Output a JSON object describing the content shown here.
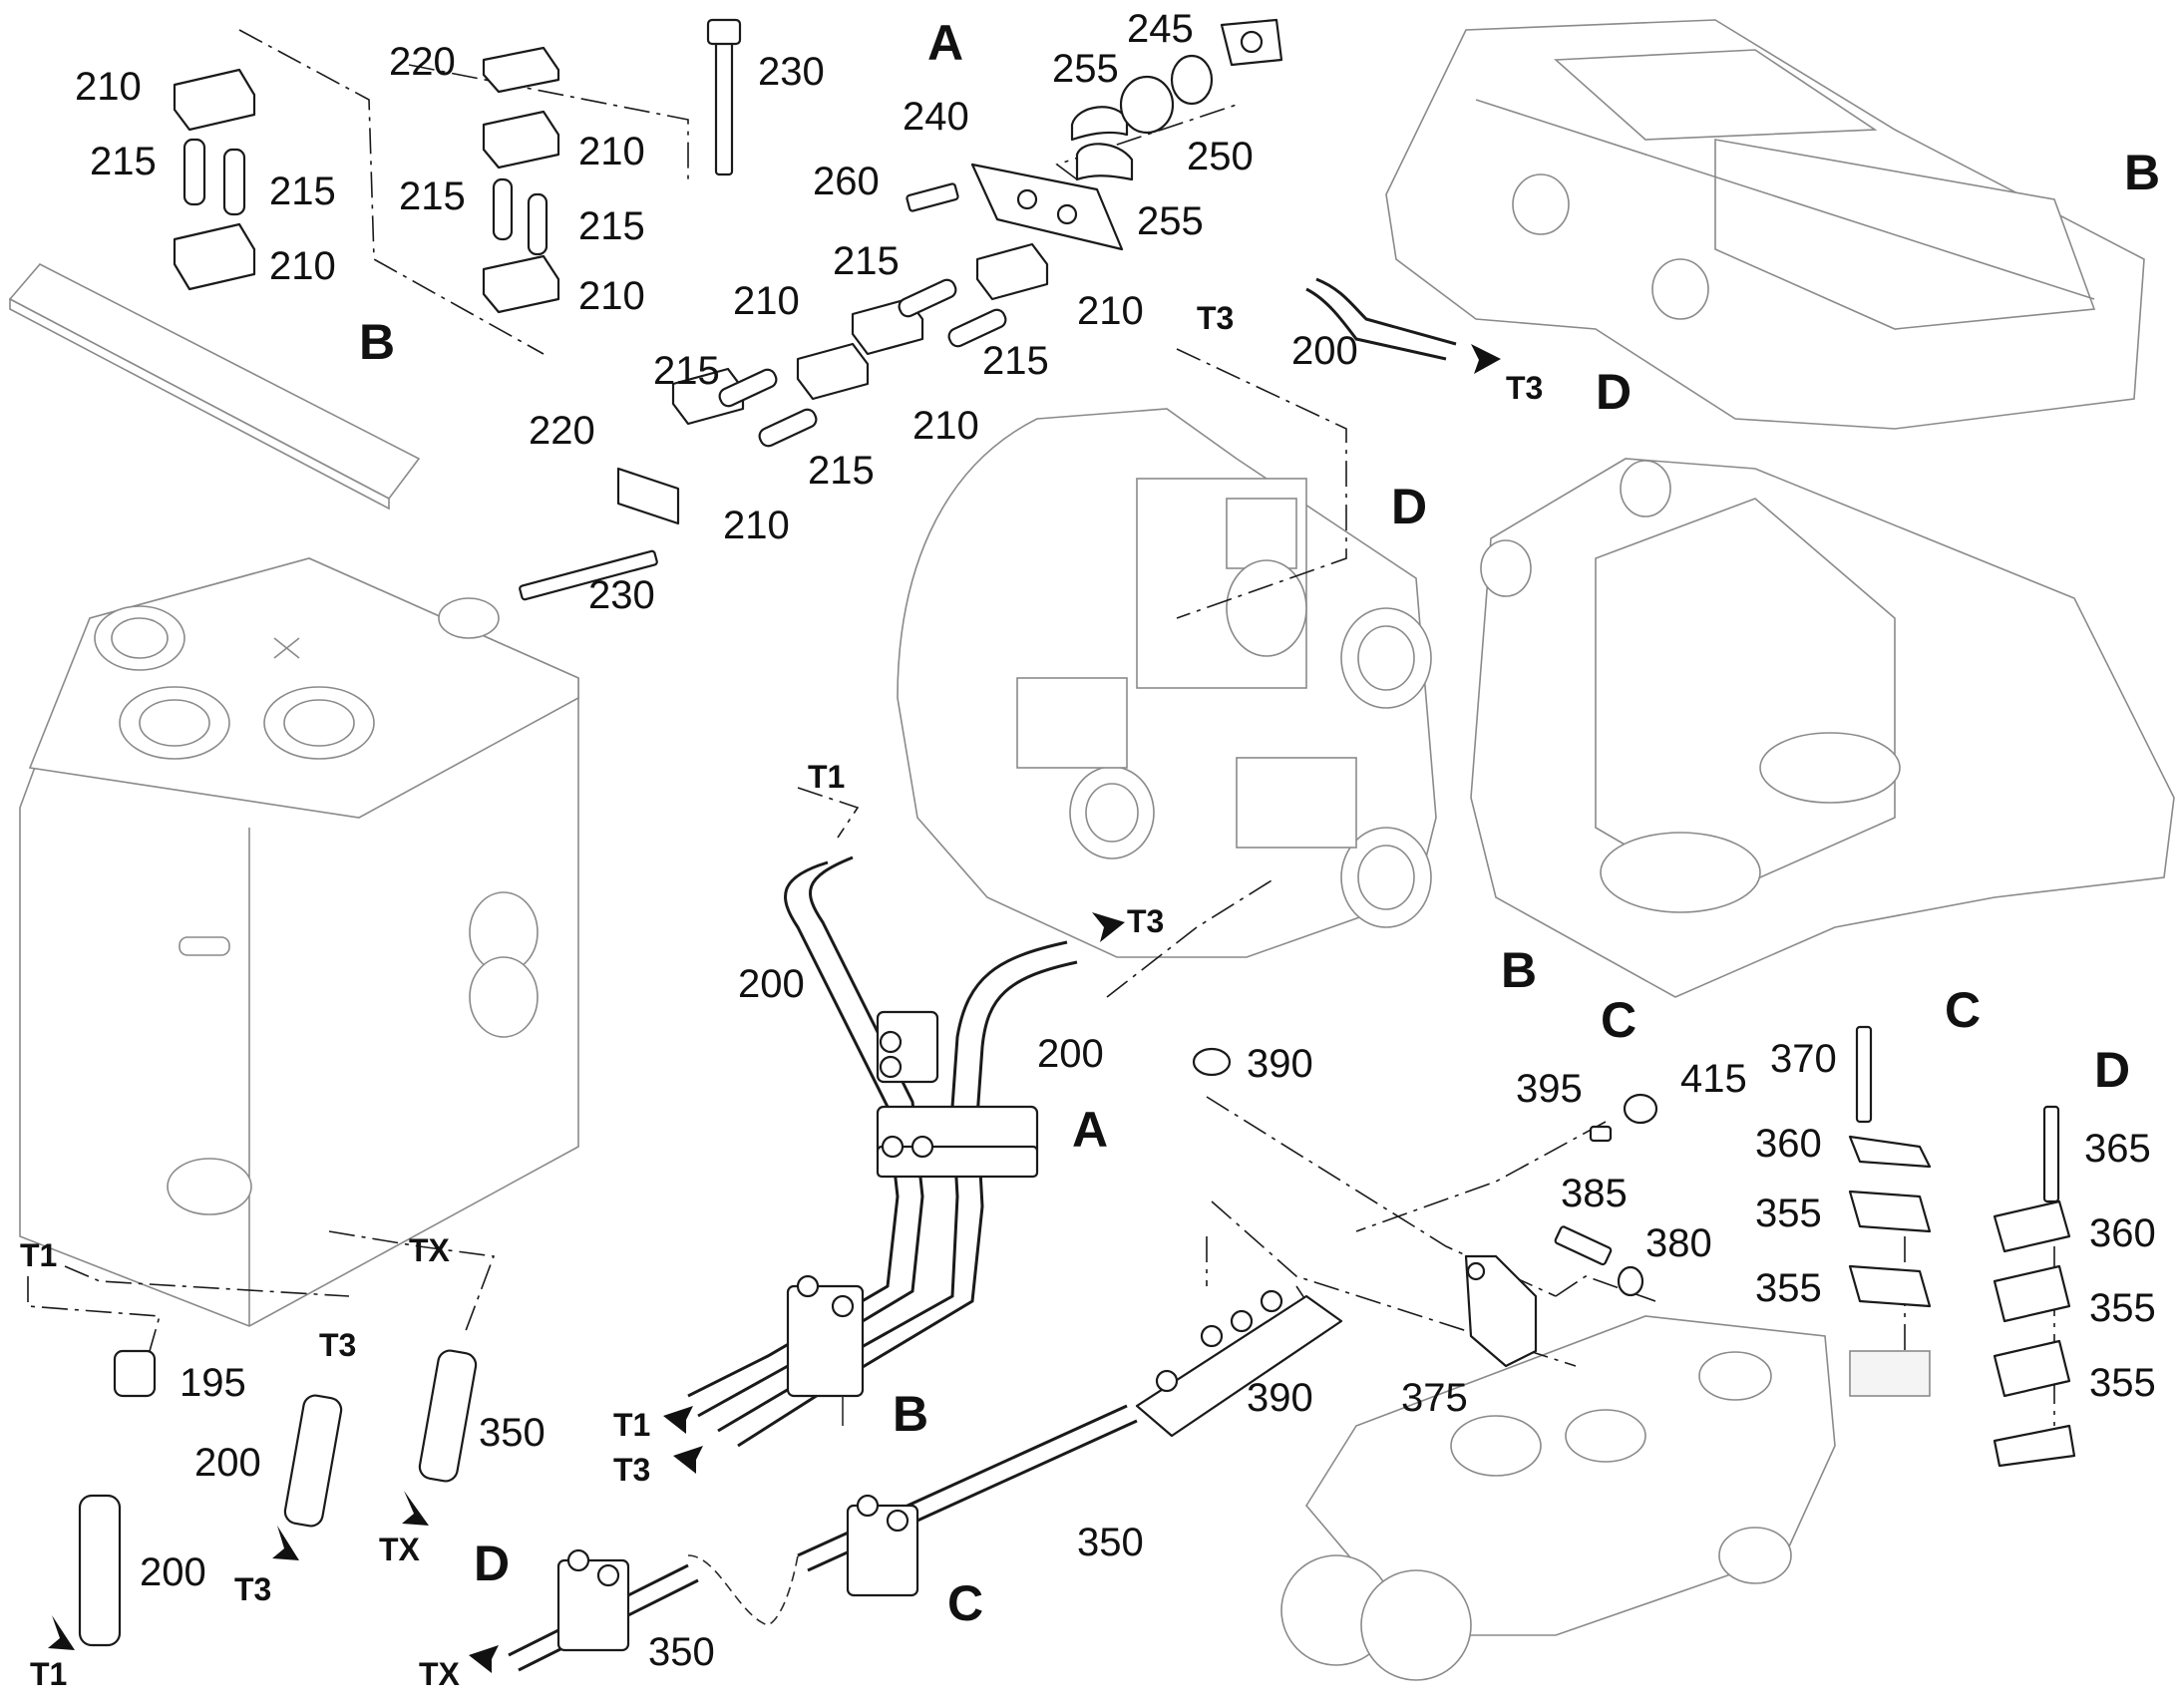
{
  "section_letters": [
    "A",
    "A",
    "B",
    "B",
    "B",
    "B",
    "C",
    "C",
    "C",
    "D",
    "D",
    "D",
    "D"
  ],
  "part_numbers": [
    "195",
    "200",
    "210",
    "215",
    "220",
    "230",
    "240",
    "245",
    "250",
    "255",
    "260",
    "350",
    "355",
    "360",
    "365",
    "370",
    "375",
    "380",
    "385",
    "390",
    "395",
    "415"
  ],
  "line_tags": [
    "T1",
    "T3",
    "TX"
  ],
  "labels": [
    {
      "id": "lbl-210-a",
      "text": "210",
      "kind": "num"
    },
    {
      "id": "lbl-215-a",
      "text": "215",
      "kind": "num"
    },
    {
      "id": "lbl-215-b",
      "text": "215",
      "kind": "num"
    },
    {
      "id": "lbl-210-b",
      "text": "210",
      "kind": "num"
    },
    {
      "id": "lbl-220-a",
      "text": "220",
      "kind": "num"
    },
    {
      "id": "lbl-210-c",
      "text": "210",
      "kind": "num"
    },
    {
      "id": "lbl-215-c",
      "text": "215",
      "kind": "num"
    },
    {
      "id": "lbl-215-d",
      "text": "215",
      "kind": "num"
    },
    {
      "id": "lbl-210-d",
      "text": "210",
      "kind": "num"
    },
    {
      "id": "lbl-230-a",
      "text": "230",
      "kind": "num"
    },
    {
      "id": "lbl-A-top",
      "text": "A",
      "kind": "sec"
    },
    {
      "id": "lbl-255-a",
      "text": "255",
      "kind": "num"
    },
    {
      "id": "lbl-245",
      "text": "245",
      "kind": "num"
    },
    {
      "id": "lbl-240",
      "text": "240",
      "kind": "num"
    },
    {
      "id": "lbl-250",
      "text": "250",
      "kind": "num"
    },
    {
      "id": "lbl-260",
      "text": "260",
      "kind": "num"
    },
    {
      "id": "lbl-255-b",
      "text": "255",
      "kind": "num"
    },
    {
      "id": "lbl-215-e",
      "text": "215",
      "kind": "num"
    },
    {
      "id": "lbl-210-e",
      "text": "210",
      "kind": "num"
    },
    {
      "id": "lbl-210-f",
      "text": "210",
      "kind": "num"
    },
    {
      "id": "lbl-215-f",
      "text": "215",
      "kind": "num"
    },
    {
      "id": "lbl-215-g",
      "text": "215",
      "kind": "num"
    },
    {
      "id": "lbl-210-g",
      "text": "210",
      "kind": "num"
    },
    {
      "id": "lbl-220-b",
      "text": "220",
      "kind": "num"
    },
    {
      "id": "lbl-215-h",
      "text": "215",
      "kind": "num"
    },
    {
      "id": "lbl-210-h",
      "text": "210",
      "kind": "num"
    },
    {
      "id": "lbl-230-b",
      "text": "230",
      "kind": "num"
    },
    {
      "id": "lbl-B-left",
      "text": "B",
      "kind": "sec"
    },
    {
      "id": "lbl-T3-top",
      "text": "T3",
      "kind": "tag"
    },
    {
      "id": "lbl-200-top",
      "text": "200",
      "kind": "num"
    },
    {
      "id": "lbl-T3-top2",
      "text": "T3",
      "kind": "tag"
    },
    {
      "id": "lbl-B-topright",
      "text": "B",
      "kind": "sec"
    },
    {
      "id": "lbl-D-topright",
      "text": "D",
      "kind": "sec"
    },
    {
      "id": "lbl-D-mid",
      "text": "D",
      "kind": "sec"
    },
    {
      "id": "lbl-T1-mid",
      "text": "T1",
      "kind": "tag"
    },
    {
      "id": "lbl-T3-mid",
      "text": "T3",
      "kind": "tag"
    },
    {
      "id": "lbl-200-mid-a",
      "text": "200",
      "kind": "num"
    },
    {
      "id": "lbl-200-mid-b",
      "text": "200",
      "kind": "num"
    },
    {
      "id": "lbl-A-mid",
      "text": "A",
      "kind": "sec"
    },
    {
      "id": "lbl-B-frame",
      "text": "B",
      "kind": "sec"
    },
    {
      "id": "lbl-C-frame",
      "text": "C",
      "kind": "sec"
    },
    {
      "id": "lbl-390-a",
      "text": "390",
      "kind": "num"
    },
    {
      "id": "lbl-395",
      "text": "395",
      "kind": "num"
    },
    {
      "id": "lbl-415",
      "text": "415",
      "kind": "num"
    },
    {
      "id": "lbl-370",
      "text": "370",
      "kind": "num"
    },
    {
      "id": "lbl-C-right",
      "text": "C",
      "kind": "sec"
    },
    {
      "id": "lbl-D-right",
      "text": "D",
      "kind": "sec"
    },
    {
      "id": "lbl-360-a",
      "text": "360",
      "kind": "num"
    },
    {
      "id": "lbl-365",
      "text": "365",
      "kind": "num"
    },
    {
      "id": "lbl-385",
      "text": "385",
      "kind": "num"
    },
    {
      "id": "lbl-355-a",
      "text": "355",
      "kind": "num"
    },
    {
      "id": "lbl-360-b",
      "text": "360",
      "kind": "num"
    },
    {
      "id": "lbl-380",
      "text": "380",
      "kind": "num"
    },
    {
      "id": "lbl-355-b",
      "text": "355",
      "kind": "num"
    },
    {
      "id": "lbl-355-c",
      "text": "355",
      "kind": "num"
    },
    {
      "id": "lbl-355-d",
      "text": "355",
      "kind": "num"
    },
    {
      "id": "lbl-375",
      "text": "375",
      "kind": "num"
    },
    {
      "id": "lbl-390-b",
      "text": "390",
      "kind": "num"
    },
    {
      "id": "lbl-T1-left",
      "text": "T1",
      "kind": "tag"
    },
    {
      "id": "lbl-TX-left",
      "text": "TX",
      "kind": "tag"
    },
    {
      "id": "lbl-T3-left",
      "text": "T3",
      "kind": "tag"
    },
    {
      "id": "lbl-195",
      "text": "195",
      "kind": "num"
    },
    {
      "id": "lbl-350-a",
      "text": "350",
      "kind": "num"
    },
    {
      "id": "lbl-200-left-a",
      "text": "200",
      "kind": "num"
    },
    {
      "id": "lbl-TX-left2",
      "text": "TX",
      "kind": "tag"
    },
    {
      "id": "lbl-T3-left2",
      "text": "T3",
      "kind": "tag"
    },
    {
      "id": "lbl-200-left-b",
      "text": "200",
      "kind": "num"
    },
    {
      "id": "lbl-T1-left2",
      "text": "T1",
      "kind": "tag"
    },
    {
      "id": "lbl-B-clamp",
      "text": "B",
      "kind": "sec"
    },
    {
      "id": "lbl-T1-bottom",
      "text": "T1",
      "kind": "tag"
    },
    {
      "id": "lbl-T3-bottom",
      "text": "T3",
      "kind": "tag"
    },
    {
      "id": "lbl-350-b",
      "text": "350",
      "kind": "num"
    },
    {
      "id": "lbl-D-bottom",
      "text": "D",
      "kind": "sec"
    },
    {
      "id": "lbl-C-bottom",
      "text": "C",
      "kind": "sec"
    },
    {
      "id": "lbl-TX-bottom",
      "text": "TX",
      "kind": "tag"
    },
    {
      "id": "lbl-350-c",
      "text": "350",
      "kind": "num"
    }
  ]
}
